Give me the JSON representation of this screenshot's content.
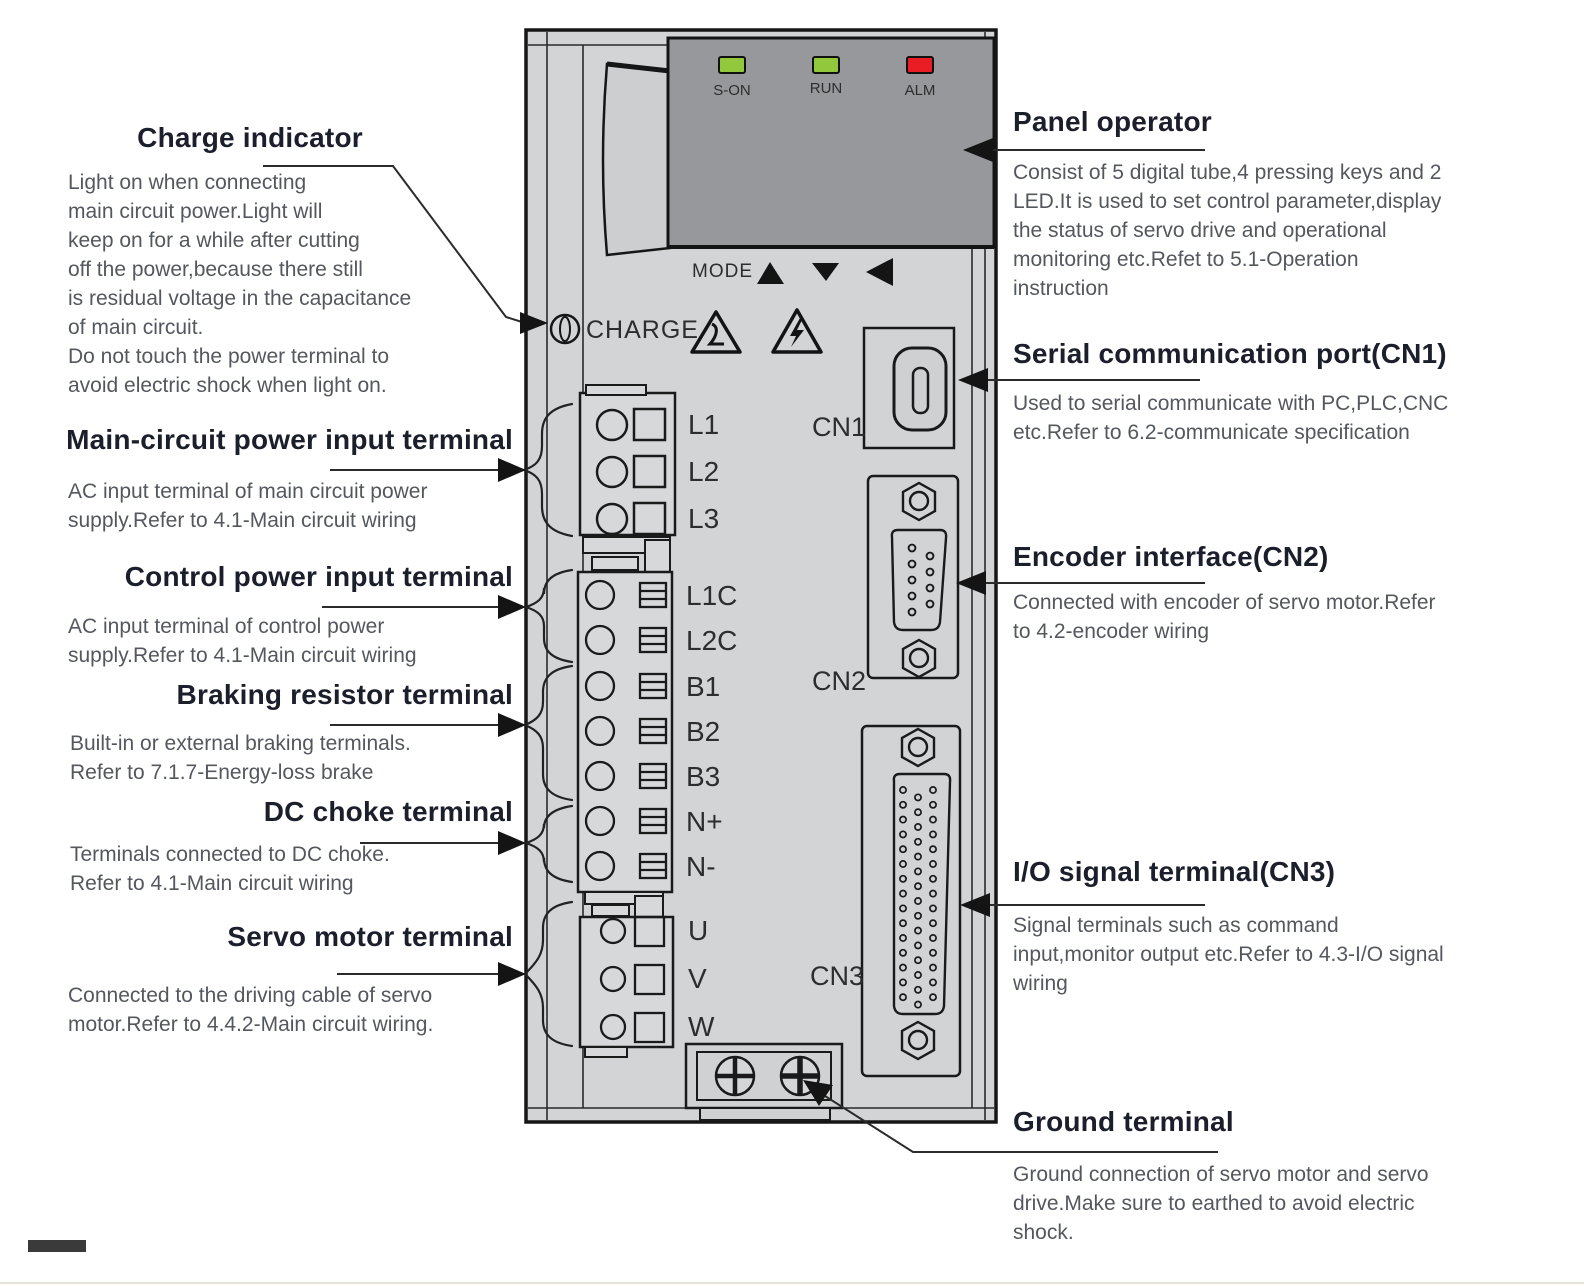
{
  "device": {
    "indicator_leds": [
      {
        "label": "S-ON",
        "color": "#92c83c"
      },
      {
        "label": "RUN",
        "color": "#92c83c"
      },
      {
        "label": "ALM",
        "color": "#ea1d25"
      }
    ],
    "mode_label": "MODE",
    "charge_label": "CHARGE",
    "connector_labels": {
      "cn1": "CN1",
      "cn2": "CN2",
      "cn3": "CN3"
    },
    "terminals_power": [
      "L1",
      "L2",
      "L3"
    ],
    "terminals_control": [
      "L1C",
      "L2C",
      "B1",
      "B2",
      "B3",
      "N+",
      "N-"
    ],
    "terminals_motor": [
      "U",
      "V",
      "W"
    ]
  },
  "annotations_left": [
    {
      "title": "Charge indicator",
      "body": "Light on when connecting\nmain circuit power.Light will\nkeep on for a while after cutting\noff the power,because there still\nis residual voltage in the capacitance\nof main circuit.\nDo not touch the power terminal to\navoid electric shock when light on."
    },
    {
      "title": "Main-circuit power input terminal",
      "body": "AC input terminal of main circuit power\nsupply.Refer to 4.1-Main circuit wiring"
    },
    {
      "title": "Control power input terminal",
      "body": "AC input terminal of control power\nsupply.Refer to 4.1-Main circuit wiring"
    },
    {
      "title": "Braking resistor terminal",
      "body": "Built-in or external braking terminals.\nRefer to 7.1.7-Energy-loss brake"
    },
    {
      "title": "DC choke terminal",
      "body": "Terminals connected to DC choke.\nRefer to 4.1-Main circuit wiring"
    },
    {
      "title": "Servo motor terminal",
      "body": "Connected to the driving cable of servo\nmotor.Refer to 4.4.2-Main circuit wiring."
    }
  ],
  "annotations_right": [
    {
      "title": "Panel operator",
      "body": "Consist of 5 digital tube,4 pressing keys and 2\nLED.It is used to set control parameter,display\nthe status of servo drive and operational\nmonitoring etc.Refet to 5.1-Operation\ninstruction"
    },
    {
      "title": "Serial communication port(CN1)",
      "body": "Used to serial communicate with PC,PLC,CNC\netc.Refer to 6.2-communicate specification"
    },
    {
      "title": "Encoder interface(CN2)",
      "body": "Connected with encoder of servo motor.Refer\nto 4.2-encoder wiring"
    },
    {
      "title": "I/O signal terminal(CN3)",
      "body": "Signal terminals such as command\ninput,monitor output etc.Refer to 4.3-I/O signal\nwiring"
    },
    {
      "title": "Ground terminal",
      "body": "Ground connection of servo motor and servo\ndrive.Make sure to earthed to avoid electric\nshock."
    }
  ]
}
